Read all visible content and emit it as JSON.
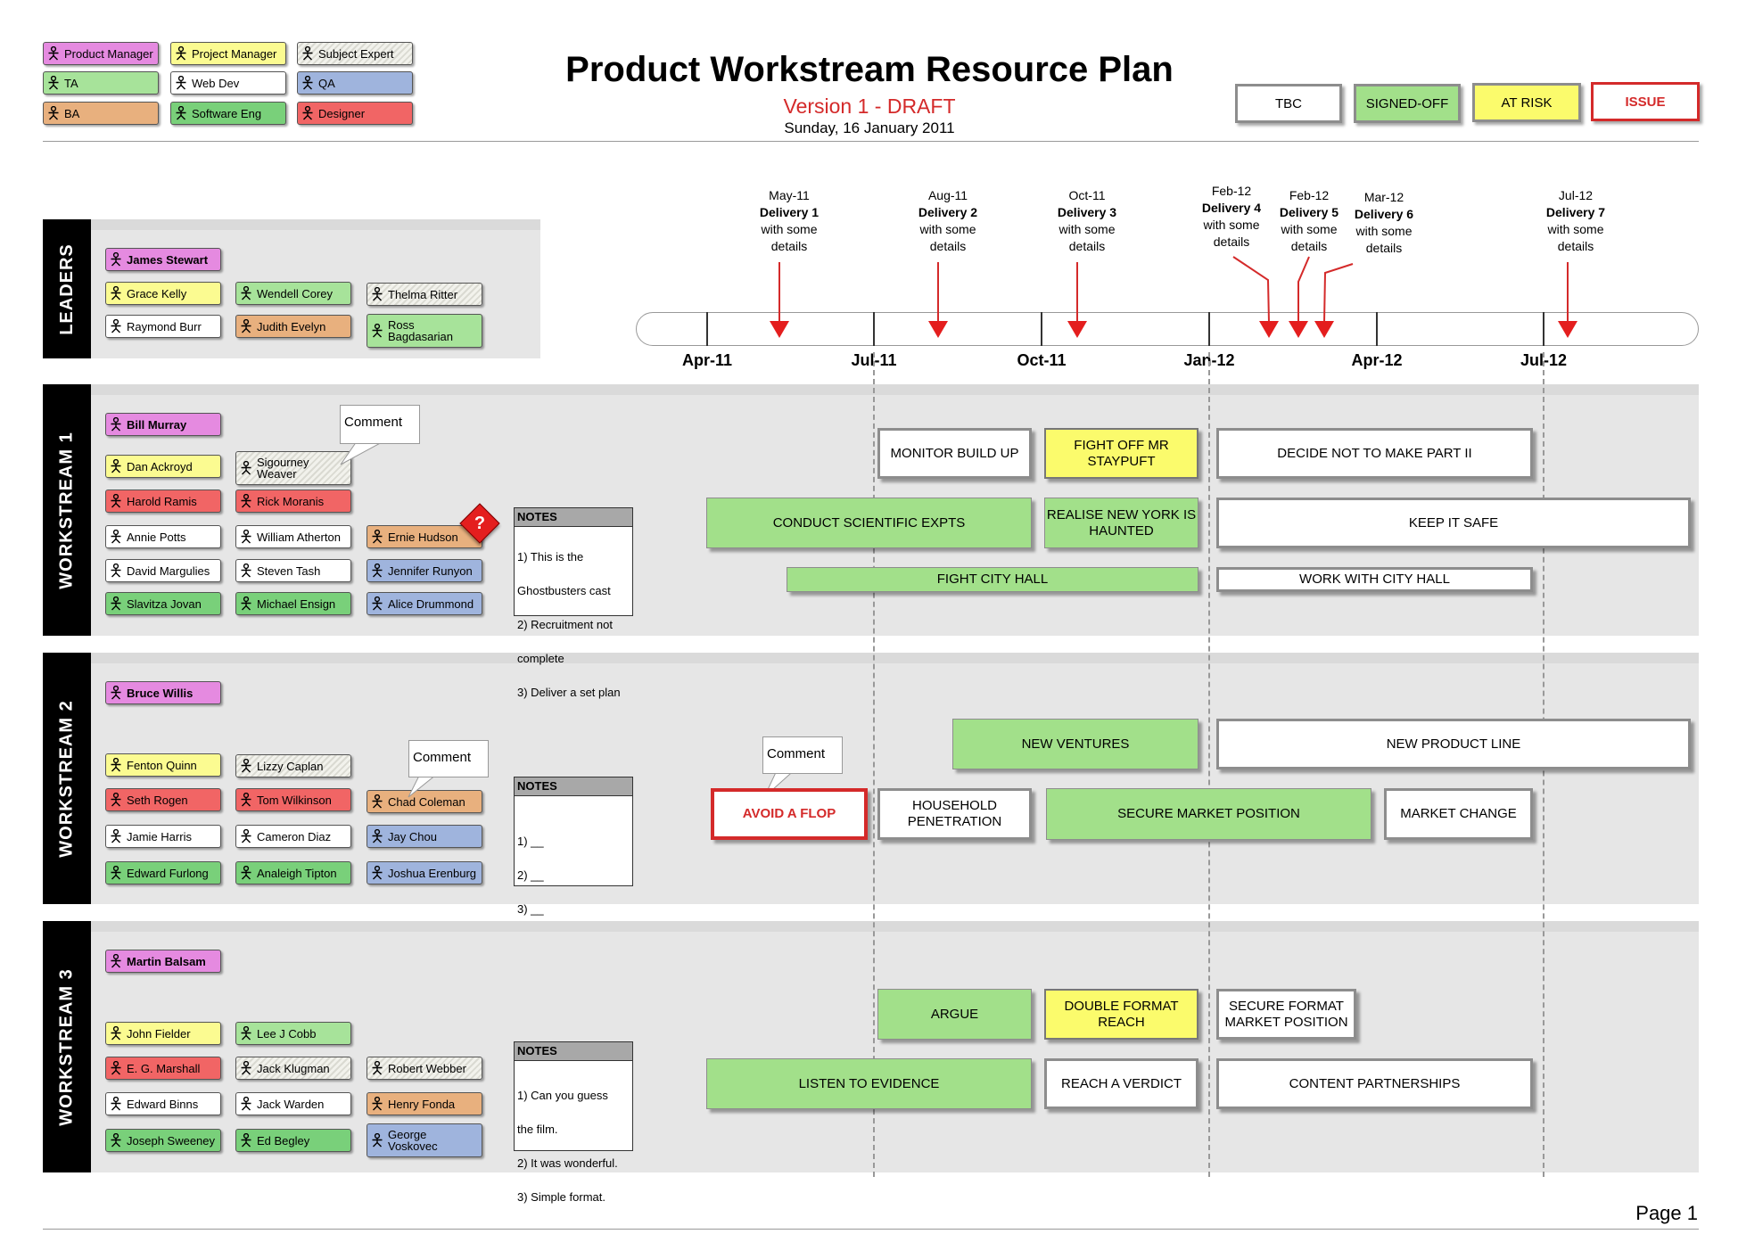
{
  "legend": {
    "items": [
      {
        "label": "Product Manager"
      },
      {
        "label": "Project Manager"
      },
      {
        "label": "Subject Expert"
      },
      {
        "label": "TA"
      },
      {
        "label": "Web Dev"
      },
      {
        "label": "QA"
      },
      {
        "label": "BA"
      },
      {
        "label": "Software Eng"
      },
      {
        "label": "Designer"
      }
    ]
  },
  "header": {
    "title": "Product Workstream Resource Plan",
    "version": "Version 1 - DRAFT",
    "date": "Sunday, 16 January 2011"
  },
  "status": [
    "TBC",
    "SIGNED-OFF",
    "AT RISK",
    "ISSUE"
  ],
  "timeline": {
    "ticks": [
      "Apr-11",
      "Jul-11",
      "Oct-11",
      "Jan-12",
      "Apr-12",
      "Jul-12"
    ],
    "milestones": [
      {
        "date": "May-11",
        "name": "Delivery 1",
        "detail1": "with some",
        "detail2": "details"
      },
      {
        "date": "Aug-11",
        "name": "Delivery 2",
        "detail1": "with some",
        "detail2": "details"
      },
      {
        "date": "Oct-11",
        "name": "Delivery 3",
        "detail1": "with some",
        "detail2": "details"
      },
      {
        "date": "Feb-12",
        "name": "Delivery 4",
        "detail1": "with some",
        "detail2": "details"
      },
      {
        "date": "Feb-12",
        "name": "Delivery 5",
        "detail1": "with some",
        "detail2": "details"
      },
      {
        "date": "Mar-12",
        "name": "Delivery 6",
        "detail1": "with some",
        "detail2": "details"
      },
      {
        "date": "Jul-12",
        "name": "Delivery 7",
        "detail1": "with some",
        "detail2": "details"
      }
    ]
  },
  "sections": {
    "leaders": "LEADERS",
    "ws1": "WORKSTREAM 1",
    "ws2": "WORKSTREAM 2",
    "ws3": "WORKSTREAM 3"
  },
  "leaders": {
    "people": [
      "James Stewart",
      "Grace Kelly",
      "Wendell Corey",
      "Thelma Ritter",
      "Raymond Burr",
      "Judith Evelyn",
      "Ross Bagdasarian"
    ]
  },
  "ws1": {
    "people": [
      "Bill Murray",
      "Dan Ackroyd",
      "Sigourney Weaver",
      "Harold Ramis",
      "Rick Moranis",
      "Annie Potts",
      "William Atherton",
      "Ernie Hudson",
      "David Margulies",
      "Steven Tash",
      "Jennifer Runyon",
      "Slavitza Jovan",
      "Michael Ensign",
      "Alice Drummond"
    ],
    "comment": "Comment",
    "issue_mark": "?",
    "notes_title": "NOTES",
    "notes_lines": [
      "1) This is the",
      "Ghostbusters cast",
      "2) Recruitment not",
      "complete",
      "3) Deliver a set plan"
    ],
    "bars": [
      "MONITOR BUILD UP",
      "FIGHT OFF MR STAYPUFT",
      "DECIDE NOT TO MAKE PART II",
      "CONDUCT SCIENTIFIC EXPTS",
      "REALISE NEW YORK IS HAUNTED",
      "KEEP IT SAFE",
      "FIGHT CITY HALL",
      "WORK WITH CITY HALL"
    ]
  },
  "ws2": {
    "people": [
      "Bruce Willis",
      "Fenton Quinn",
      "Lizzy Caplan",
      "Seth Rogen",
      "Tom Wilkinson",
      "Chad Coleman",
      "Jamie Harris",
      "Cameron Diaz",
      "Jay Chou",
      "Edward Furlong",
      "Analeigh Tipton",
      "Joshua Erenburg"
    ],
    "comment_people": "Comment",
    "comment_bar": "Comment",
    "notes_title": "NOTES",
    "notes_lines": [
      "1) __",
      "2) __",
      "3) __"
    ],
    "bars": [
      "NEW VENTURES",
      "NEW PRODUCT LINE",
      "AVOID A FLOP",
      "HOUSEHOLD PENETRATION",
      "SECURE MARKET POSITION",
      "MARKET CHANGE"
    ]
  },
  "ws3": {
    "people": [
      "Martin Balsam",
      "John Fielder",
      "Lee J Cobb",
      "E. G. Marshall",
      "Jack Klugman",
      "Robert Webber",
      "Edward Binns",
      "Jack Warden",
      "Henry Fonda",
      "Joseph Sweeney",
      "Ed Begley",
      "George Voskovec"
    ],
    "notes_title": "NOTES",
    "notes_lines": [
      "1) Can you guess",
      "the film.",
      "2) It was wonderful.",
      "3) Simple format."
    ],
    "bars": [
      "ARGUE",
      "DOUBLE FORMAT REACH",
      "SECURE FORMAT MARKET POSITION",
      "LISTEN TO EVIDENCE",
      "REACH A VERDICT",
      "CONTENT PARTNERSHIPS"
    ]
  },
  "footer": {
    "page": "Page 1"
  },
  "colors": {
    "product_manager": "#e58ae0",
    "project_manager": "#fbfb91",
    "ta": "#a7e39a",
    "qa": "#9fb4dd",
    "ba": "#e8b07e",
    "software_eng": "#79d07a",
    "designer": "#f16565",
    "signed_off": "#a2e08a",
    "at_risk": "#fbfb6c",
    "issue": "#d42a2a",
    "milestone_arrow": "#e41e1e"
  }
}
